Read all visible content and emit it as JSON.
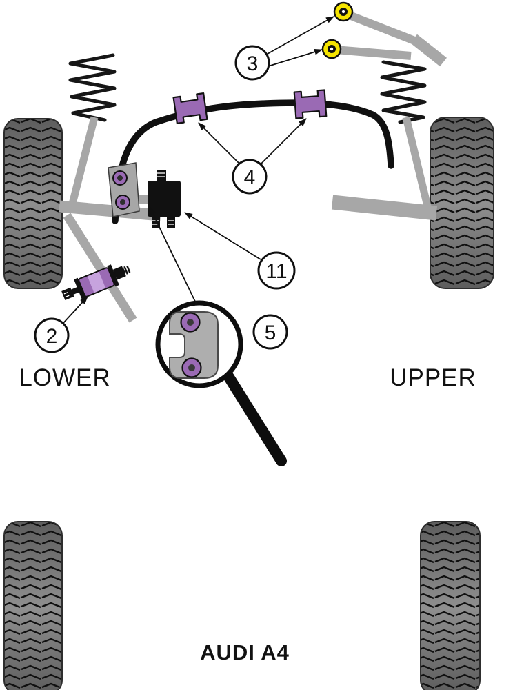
{
  "diagram": {
    "car_model": "AUDI A4",
    "side_labels": {
      "lower": "LOWER",
      "upper": "UPPER"
    },
    "callouts": {
      "bush_2": "2",
      "bush_3": "3",
      "bush_4": "4",
      "bush_5": "5",
      "bush_11": "11"
    },
    "colors": {
      "bush_purple": "#9a6ab4",
      "bush_purple_light": "#c7a3de",
      "bush_yellow": "#f5e400",
      "metal_gray": "#a7a7a7",
      "line_black": "#101010"
    }
  }
}
